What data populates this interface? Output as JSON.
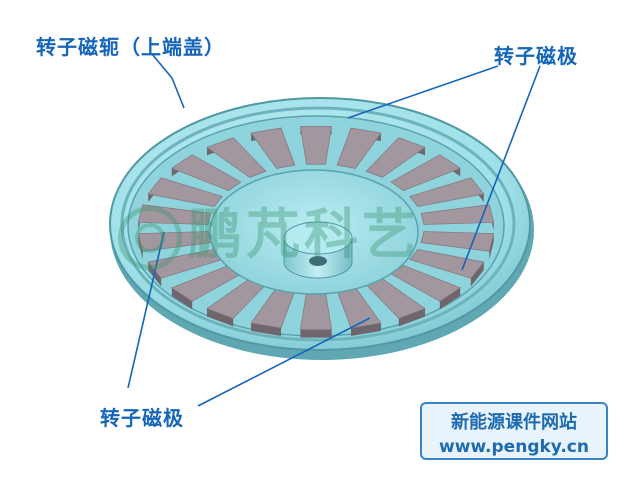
{
  "labels": {
    "rotor_yoke": "转子磁轭（上端盖）",
    "rotor_pole_top": "转子磁极",
    "rotor_pole_bottom": "转子磁极"
  },
  "watermark": {
    "text": "鹏芃科艺"
  },
  "site": {
    "name": "新能源课件网站",
    "url": "www.pengky.cn"
  },
  "diagram": {
    "magnet_count": 22
  },
  "colors": {
    "yoke": "#a6e6ec",
    "yoke_dark": "#6bb8c2",
    "magnet": "#a2979f",
    "magnet_dark": "#6e666c",
    "hub": "#9fdde5",
    "label": "#1565b8",
    "leader_line": "#1565b8"
  }
}
